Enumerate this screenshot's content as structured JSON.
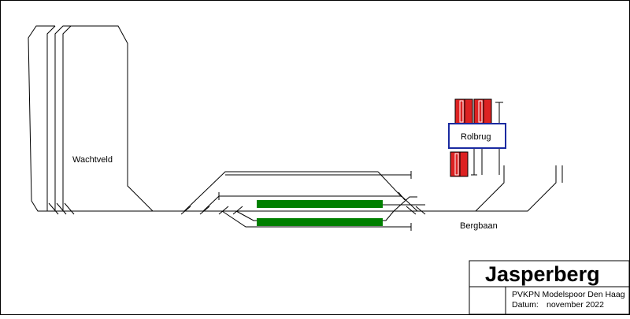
{
  "labels": {
    "wachtveld": "Wachtveld",
    "rolbrug": "Rolbrug",
    "bergbaan": "Bergbaan"
  },
  "title_block": {
    "title": "Jasperberg",
    "club": "PVKPN Modelspoor Den Haag",
    "date_label": "Datum:",
    "date_value": "november 2022"
  },
  "colors": {
    "track": "#000000",
    "platform": "#008000",
    "wagon": "#dd2222",
    "rolbrug_border": "#1a2aa0"
  }
}
